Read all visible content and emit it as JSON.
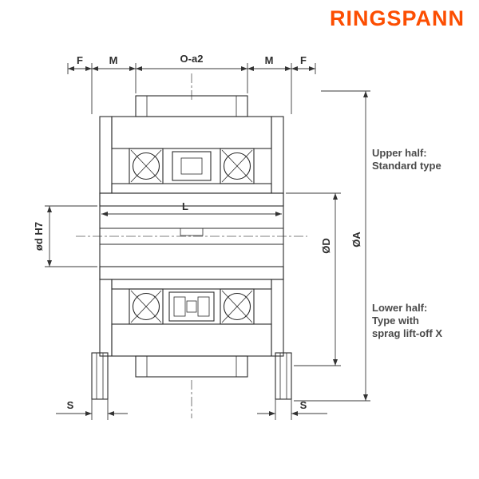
{
  "logo": {
    "text": "RINGSPANN",
    "color": "#FC4E02"
  },
  "dims": {
    "f_left": "F",
    "m_left": "M",
    "o_a2": "O-a2",
    "m_right": "M",
    "f_right": "F",
    "length": "L",
    "bore": "ød H7",
    "outer_d": "ØD",
    "overall_a": "ØA",
    "s_left": "S",
    "s_right": "S"
  },
  "annotations": {
    "upper_line1": "Upper half:",
    "upper_line2": "Standard type",
    "lower_line1": "Lower half:",
    "lower_line2": "Type with",
    "lower_line3": "sprag lift-off X"
  }
}
